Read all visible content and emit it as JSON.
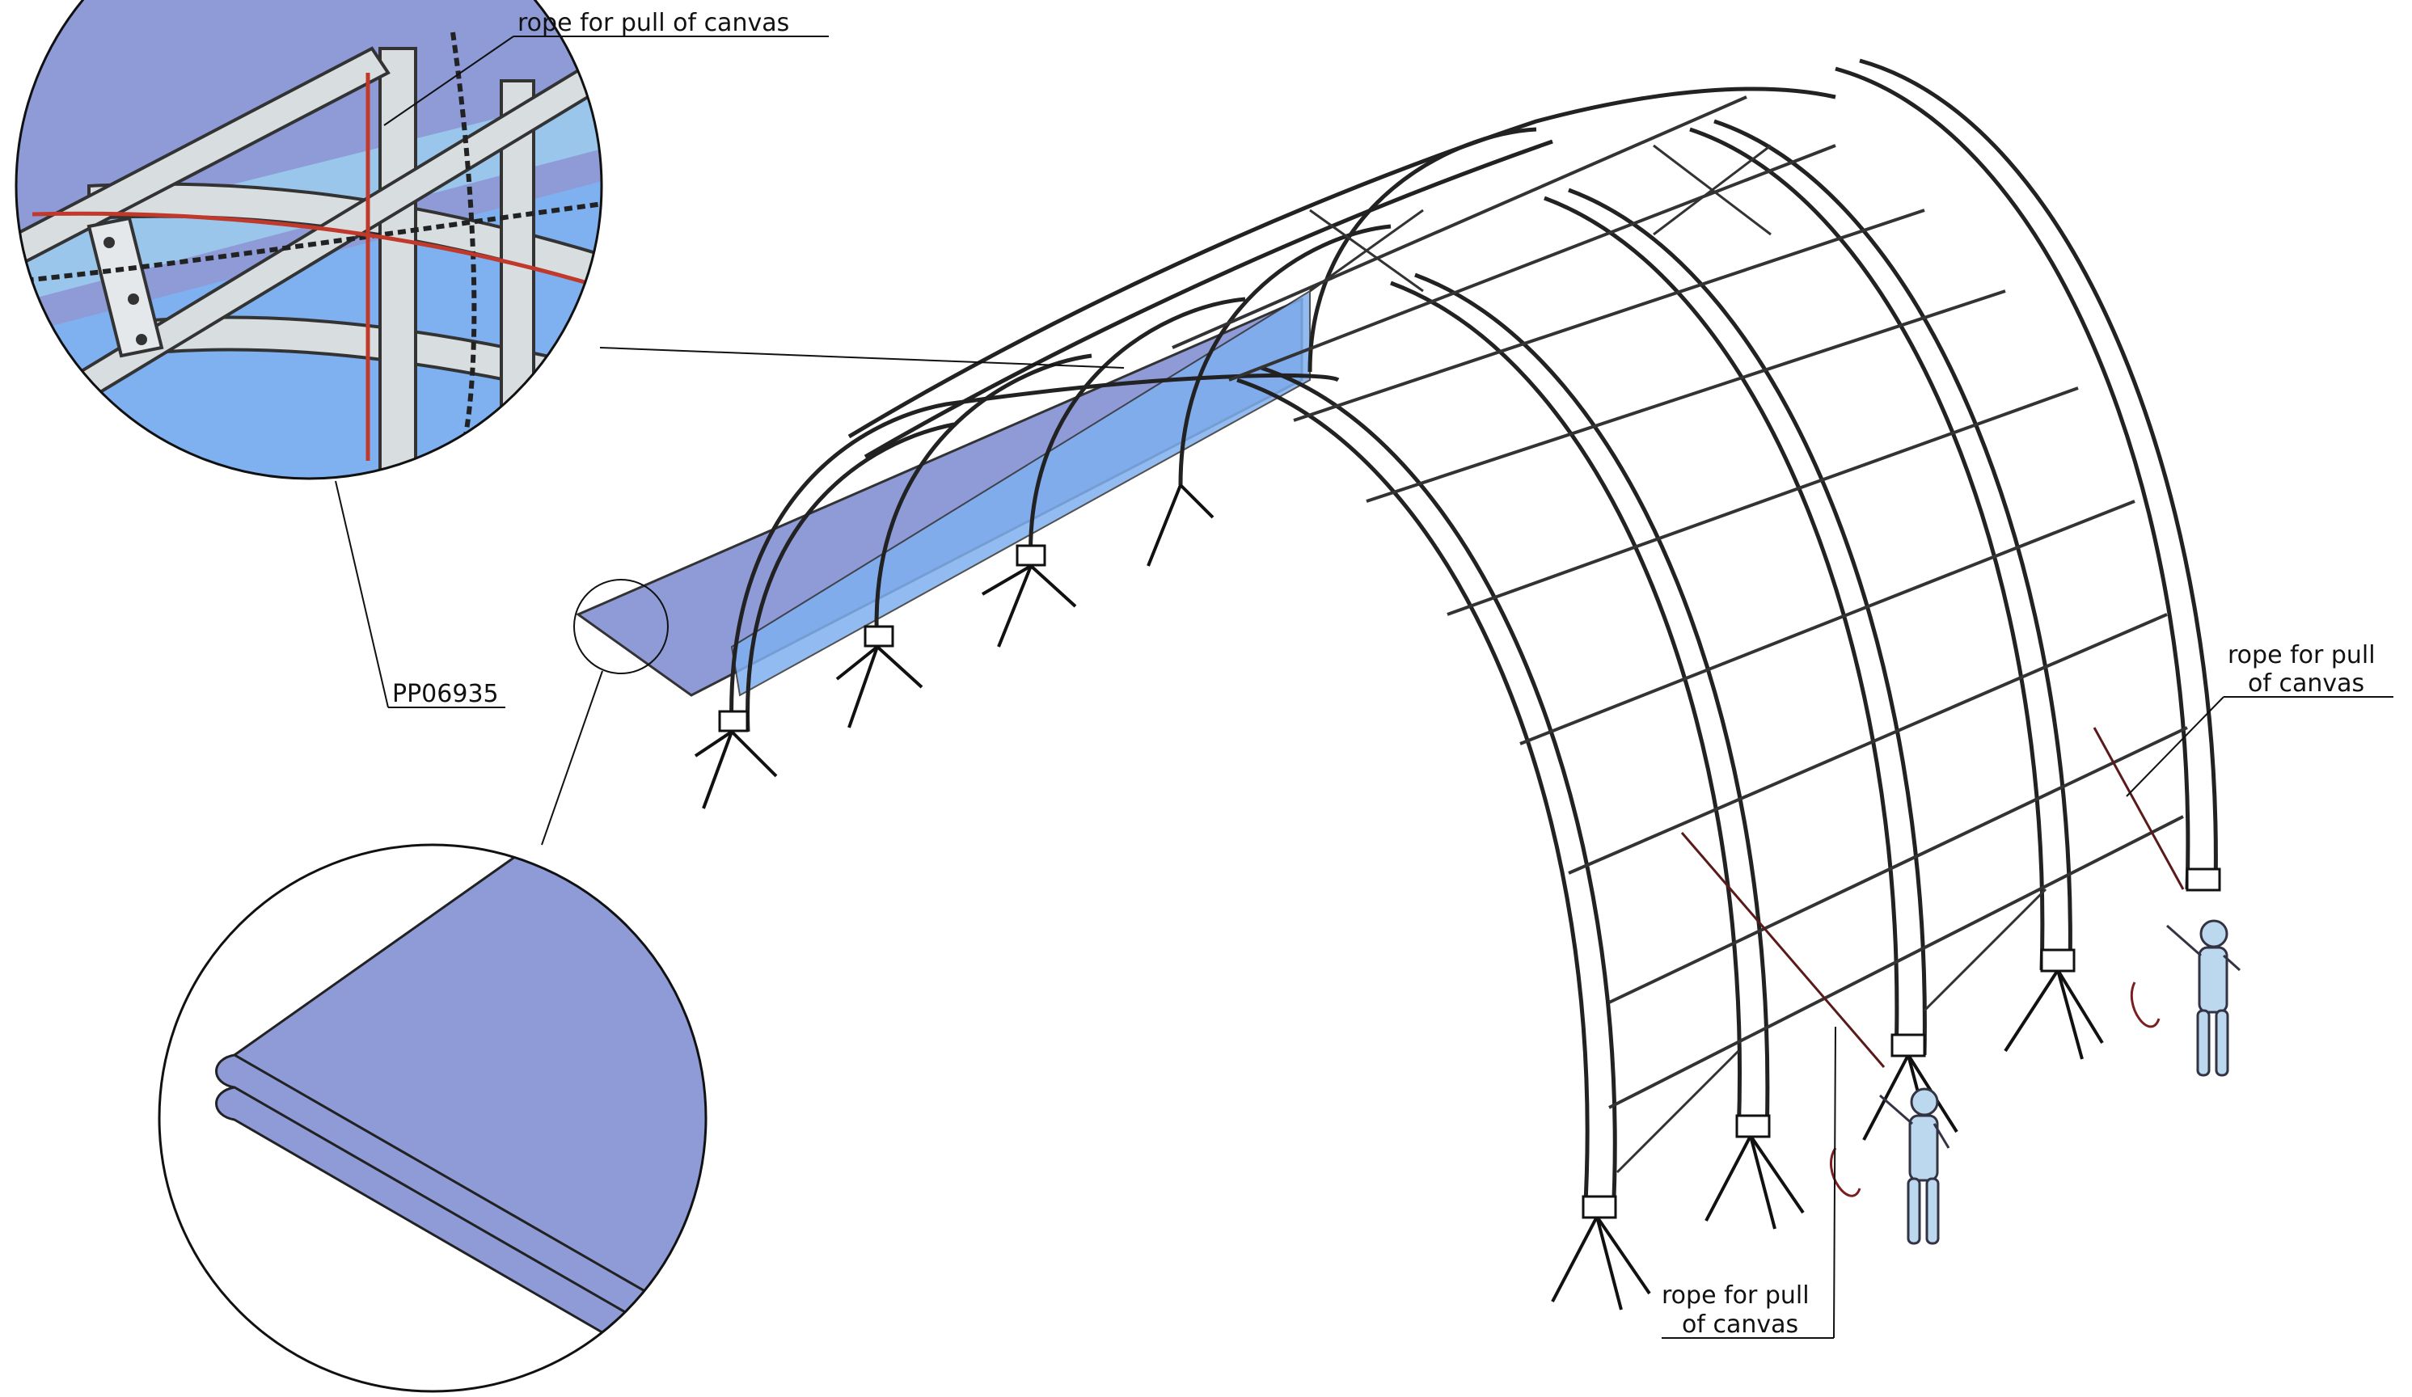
{
  "labels": {
    "rope_top": "rope for pull of canvas",
    "part_code": "PP06935",
    "rope_right_line1": "rope for pull",
    "rope_right_line2": "of canvas",
    "rope_bottom_line1": "rope for pull",
    "rope_bottom_line2": "of canvas"
  },
  "colors": {
    "canvas": "#8e9bd7",
    "canvas_light": "#7fb0f0",
    "pipe": "#d8dde0",
    "rope": "#c0392b",
    "frame_line": "#222222"
  }
}
